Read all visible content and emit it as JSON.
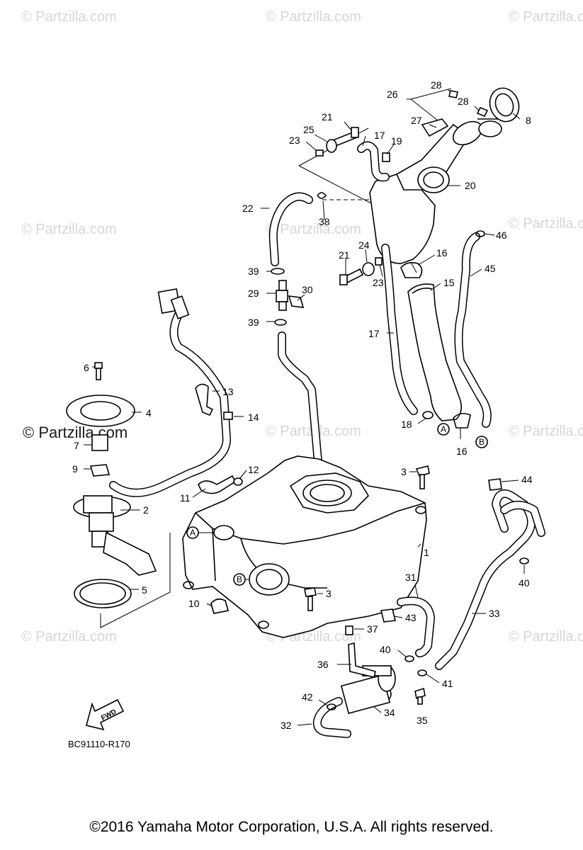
{
  "watermark": {
    "text": "© Partzilla.com"
  },
  "callouts": [
    "1",
    "2",
    "3",
    "3",
    "4",
    "5",
    "6",
    "7",
    "8",
    "9",
    "10",
    "11",
    "12",
    "13",
    "14",
    "15",
    "16",
    "16",
    "17",
    "17",
    "18",
    "19",
    "20",
    "21",
    "21",
    "22",
    "23",
    "23",
    "24",
    "25",
    "26",
    "27",
    "28",
    "28",
    "29",
    "30",
    "31",
    "32",
    "33",
    "34",
    "35",
    "36",
    "37",
    "38",
    "39",
    "39",
    "40",
    "40",
    "41",
    "42",
    "43",
    "44",
    "45",
    "46"
  ],
  "connectors": {
    "a": "A",
    "b": "B"
  },
  "fwd_label": "FWD",
  "drawing_ref": "BC91110-R170",
  "copyright": "©2016  Yamaha Motor Corporation, U.S.A. All rights reserved."
}
